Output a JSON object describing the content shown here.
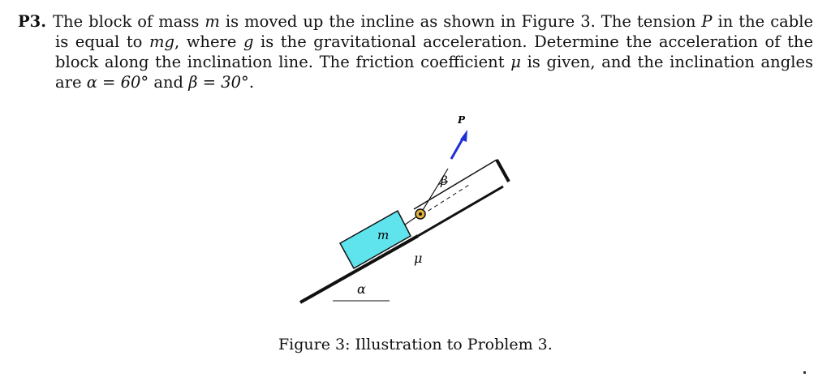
{
  "problem": {
    "number": "P3.",
    "text_1": "The block of mass ",
    "m": "m",
    "text_2": " is moved up the incline as shown in Figure 3. The tension ",
    "P": "P",
    "text_3": " in the cable is equal to ",
    "mg": "mg",
    "text_4": ", where ",
    "g": "g",
    "text_5": " is the gravitational acceleration. Determine the acceleration of the block along the inclination line. The friction coefficient ",
    "mu": "μ",
    "text_6": " is given, and the inclination angles are ",
    "alpha_eq": "α = 60°",
    "text_7": " and ",
    "beta_eq": "β = 30°",
    "text_8": "."
  },
  "figure": {
    "label_P": "P",
    "label_beta": "β",
    "label_m": "m",
    "label_mu": "μ",
    "label_alpha": "α",
    "colors": {
      "block": "#5fe3ec",
      "arrow": "#1f2fd6",
      "pulley": "#e0b040",
      "line": "#111111"
    },
    "caption": "Figure 3: Illustration to Problem 3."
  }
}
